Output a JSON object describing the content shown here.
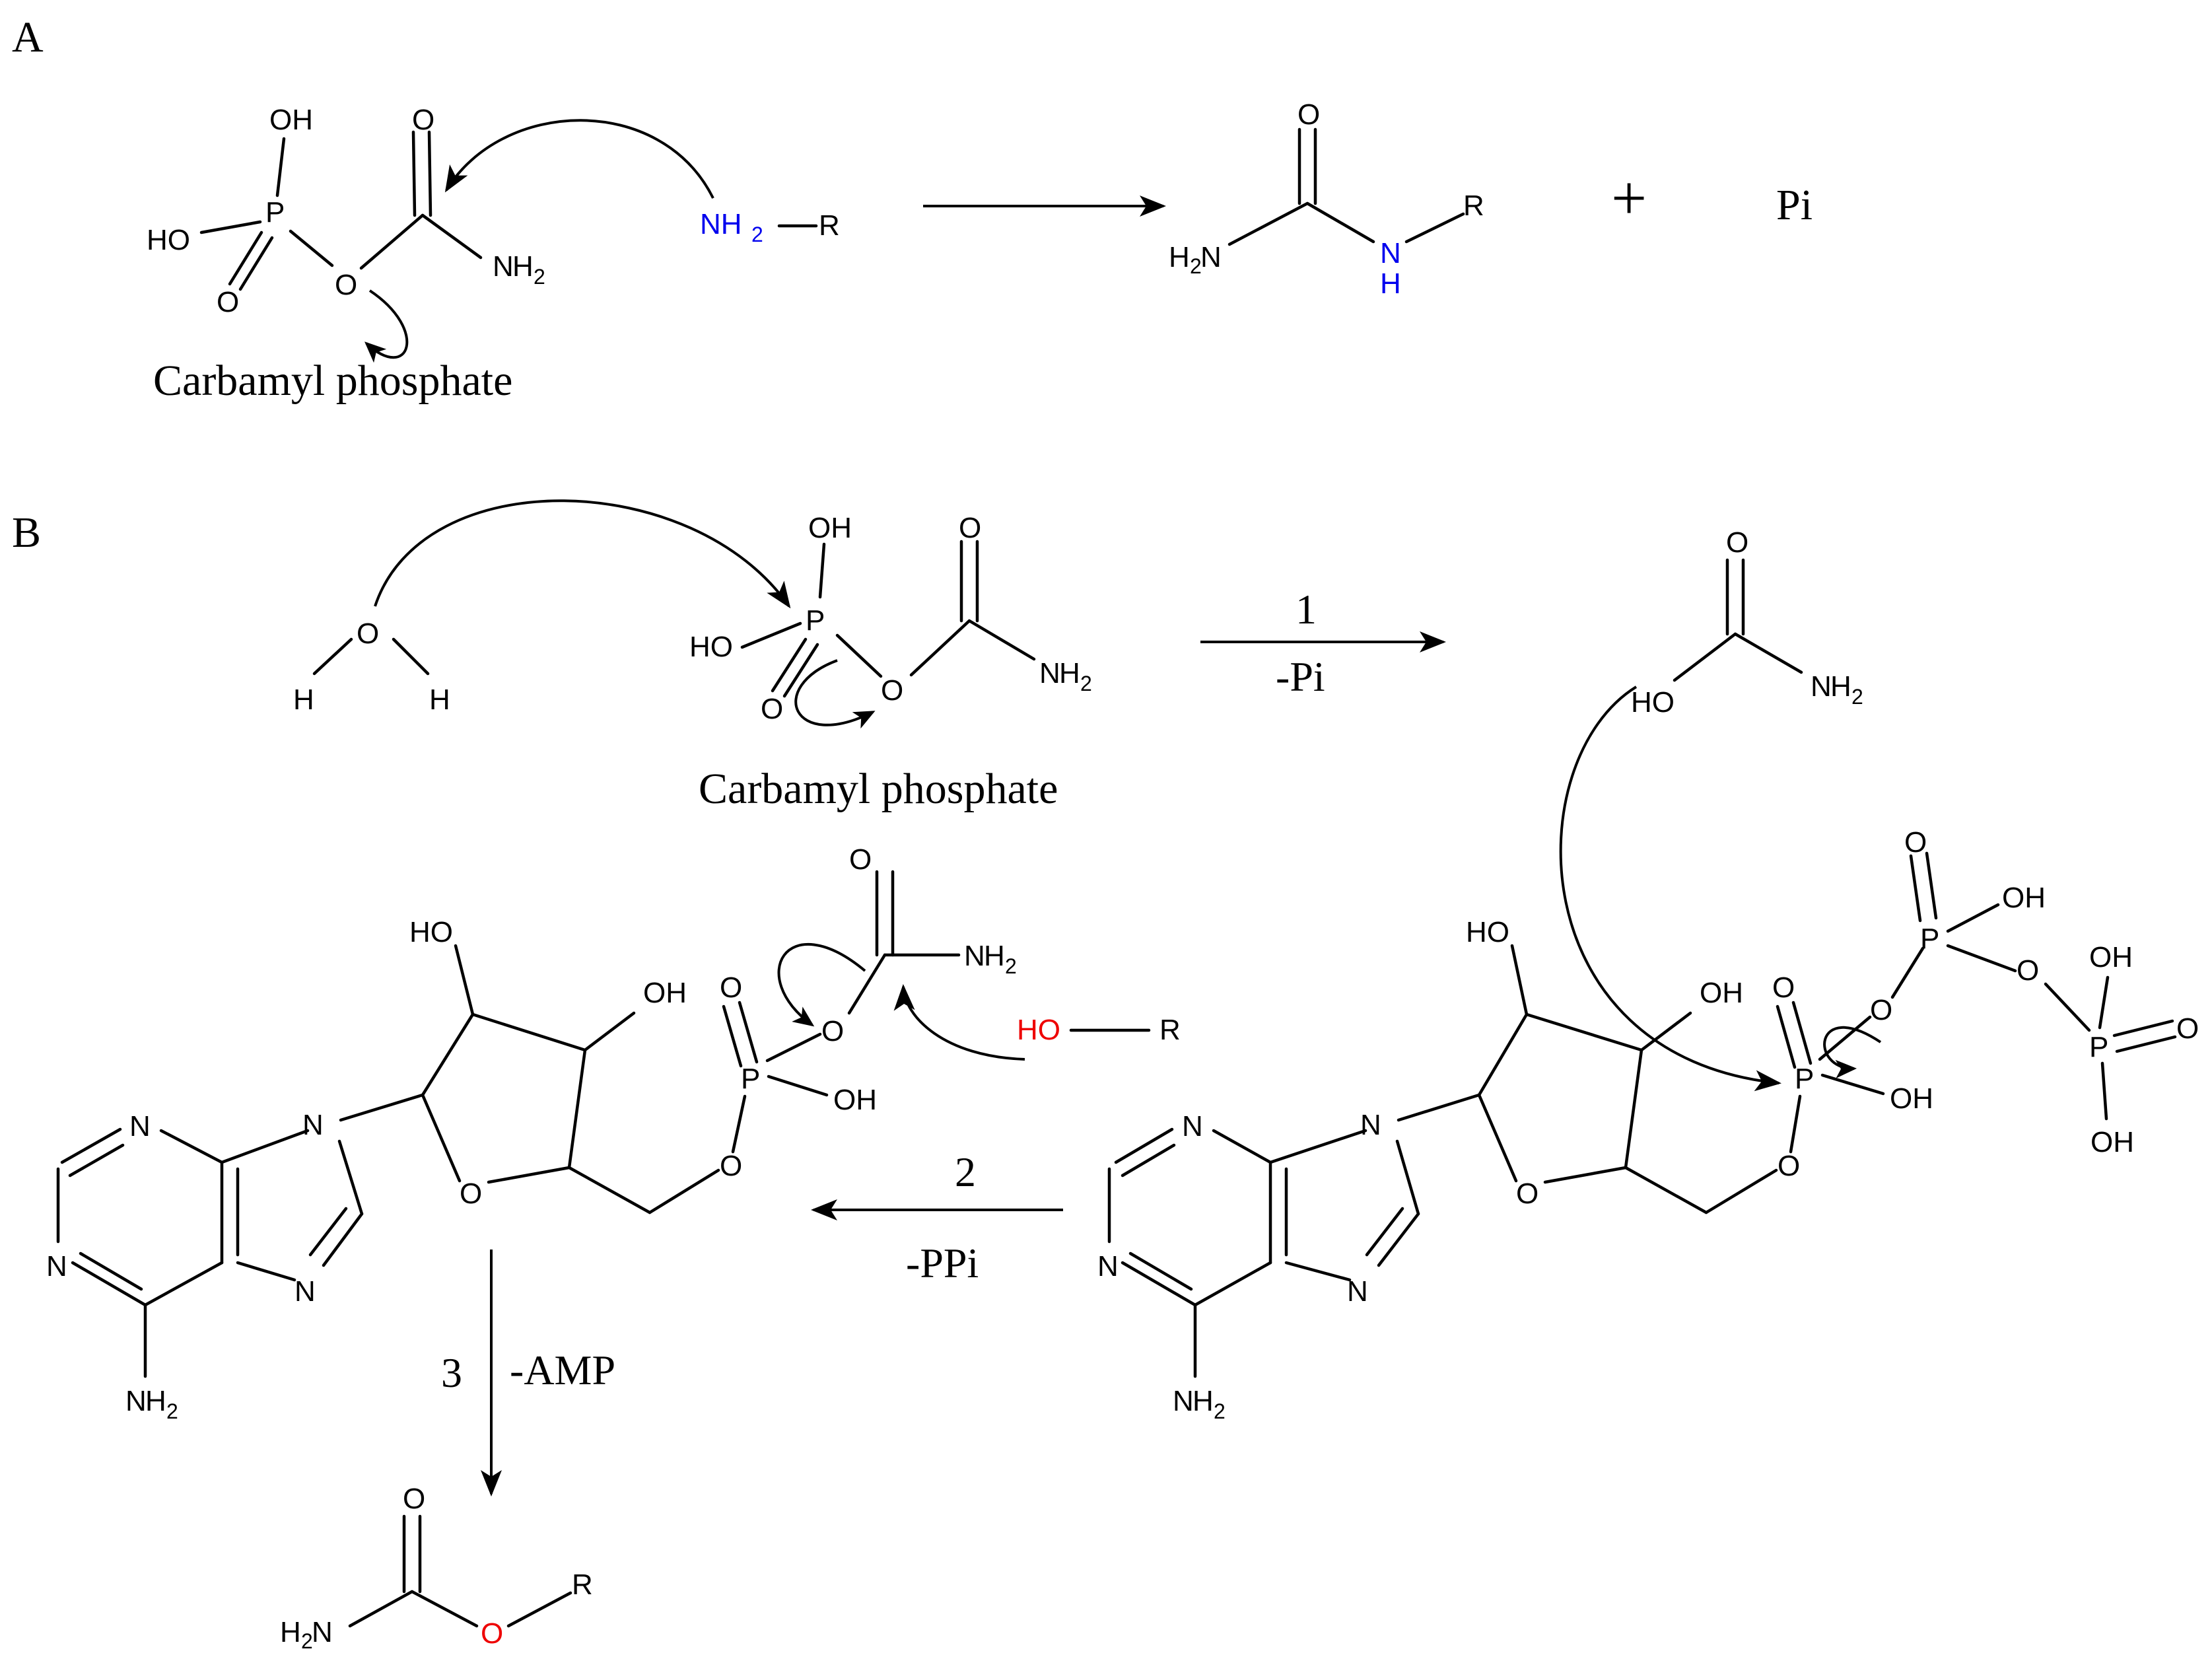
{
  "panels": {
    "a": "A",
    "b": "B"
  },
  "atoms": {
    "o": "O",
    "oh": "OH",
    "ho": "HO",
    "p": "P",
    "n": "N",
    "h": "H",
    "r": "R",
    "nh": "NH",
    "hn": "H",
    "sub2": "2"
  },
  "panel_a": {
    "caption": "Carbamyl phosphate",
    "plus": "+",
    "product": "Pi"
  },
  "panel_b": {
    "caption": "Carbamyl phosphate",
    "step1": {
      "number": "1",
      "label": "-Pi"
    },
    "step2": {
      "number": "2",
      "label": "-PPi"
    },
    "step3": {
      "number": "3",
      "label": "-AMP"
    }
  },
  "colors": {
    "nitrogen": "#0000ee",
    "oxygen": "#ee0000",
    "default": "#000000"
  }
}
